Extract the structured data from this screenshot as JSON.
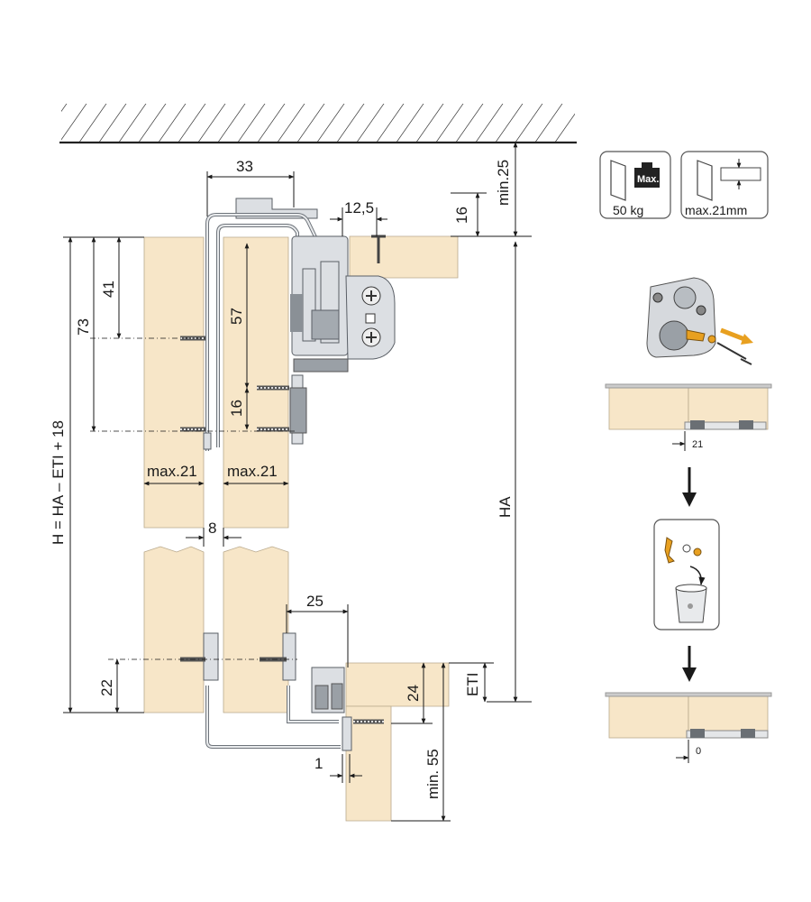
{
  "dimensions": {
    "d33": "33",
    "d12_5": "12,5",
    "d16_top": "16",
    "min25": "min.25",
    "d41": "41",
    "d73": "73",
    "d57": "57",
    "d16_mid": "16",
    "max21_left": "max.21",
    "max21_right": "max.21",
    "d8": "8",
    "ha": "HA",
    "formula": "H = HA – ETI + 18",
    "d25": "25",
    "d22": "22",
    "d24": "24",
    "eti": "ETI",
    "d1": "1",
    "min55": "min. 55"
  },
  "specs": {
    "load_label": "Max.",
    "load_value": "50 kg",
    "thickness_value": "max.21mm"
  },
  "steps": {
    "offset_before": "21",
    "offset_after": "0"
  },
  "colors": {
    "wood": "#f7e6c8",
    "metal": "#dcdfe3",
    "accent_orange": "#e8a020"
  }
}
